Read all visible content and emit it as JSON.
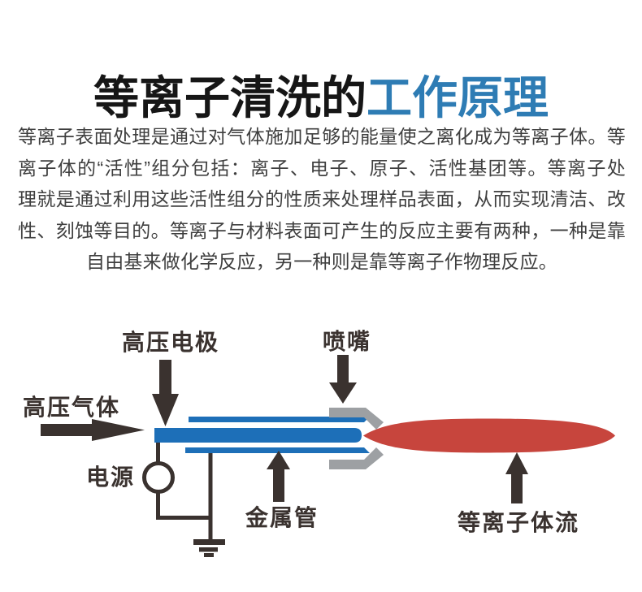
{
  "title": {
    "black_part": "等离子清洗的",
    "blue_part": "工作原理",
    "blue_color": "#2e7cb4"
  },
  "paragraph": {
    "lines": [
      "等离子表面处理是通过对气体施加足够的能量使之离化成为等离子体。等",
      "离子体的“活性”组分包括：离子、电子、原子、活性基团等。等离子处",
      "理就是通过利用这些活性组分的性质来处理样品表面，从而实现清洁、改",
      "性、刻蚀等目的。等离子与材料表面可产生的反应主要有两种，一种是靠",
      "自由基来做化学反应，另一种则是靠等离子作物理反应。"
    ]
  },
  "diagram": {
    "labels": {
      "high_pressure_gas": "高压气体",
      "high_voltage_electrode": "高压电极",
      "nozzle": "喷嘴",
      "power_supply": "电源",
      "metal_tube": "金属管",
      "plasma_flow": "等离子体流"
    },
    "colors": {
      "tube_blue": "#1d6fb8",
      "flame_red": "#c7453d",
      "nozzle_gray": "#9da0a3",
      "ink": "#3a322f",
      "white": "#ffffff"
    }
  }
}
